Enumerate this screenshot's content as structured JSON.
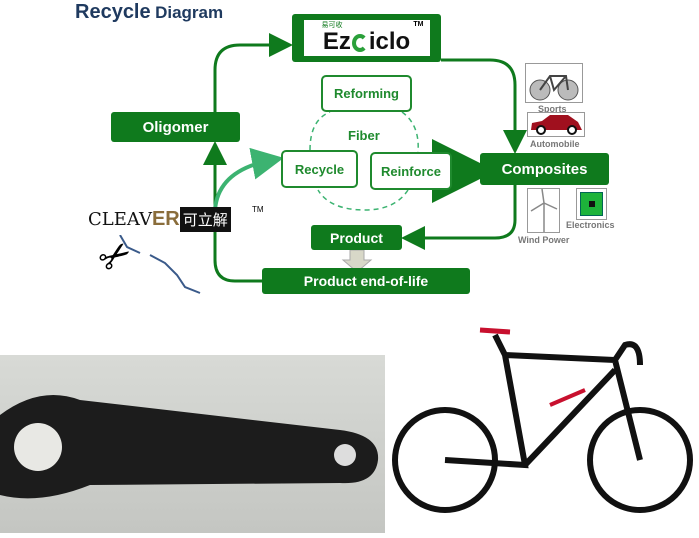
{
  "title": {
    "bold": "Recycle",
    "rest": "Diagram"
  },
  "logo_ezciclo": {
    "text_left": "Ez",
    "text_right": "iclo",
    "chinese": "易可收",
    "tm": "TM"
  },
  "logo_cleaver": {
    "text": "CLEAV",
    "er": "ER",
    "chinese": "可立解",
    "tm": "TM"
  },
  "nodes": {
    "oligomer": "Oligomer",
    "reforming": "Reforming",
    "fiber": "Fiber",
    "recycle": "Recycle",
    "reinforce": "Reinforce",
    "composites": "Composites",
    "product": "Product",
    "end_of_life": "Product end-of-life"
  },
  "applications": [
    {
      "label": "Sports",
      "icon": "bicycle-icon"
    },
    {
      "label": "Automobile",
      "icon": "car-icon"
    },
    {
      "label": "Wind Power",
      "icon": "wind-turbine-icon"
    },
    {
      "label": "Electronics",
      "icon": "circuit-board-icon"
    }
  ],
  "colors": {
    "green": "#0f7a1d",
    "light_green": "#3cb371",
    "title": "#1f3a5f"
  }
}
